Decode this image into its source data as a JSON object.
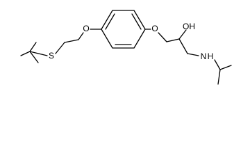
{
  "atoms": {
    "sulfur": "S",
    "oxygen_left": "O",
    "oxygen_right": "O",
    "hydroxyl": "OH",
    "amine": "N",
    "amine_h": "H"
  },
  "colors": {
    "bond": "#000000",
    "text": "#000000",
    "background": "#ffffff"
  }
}
